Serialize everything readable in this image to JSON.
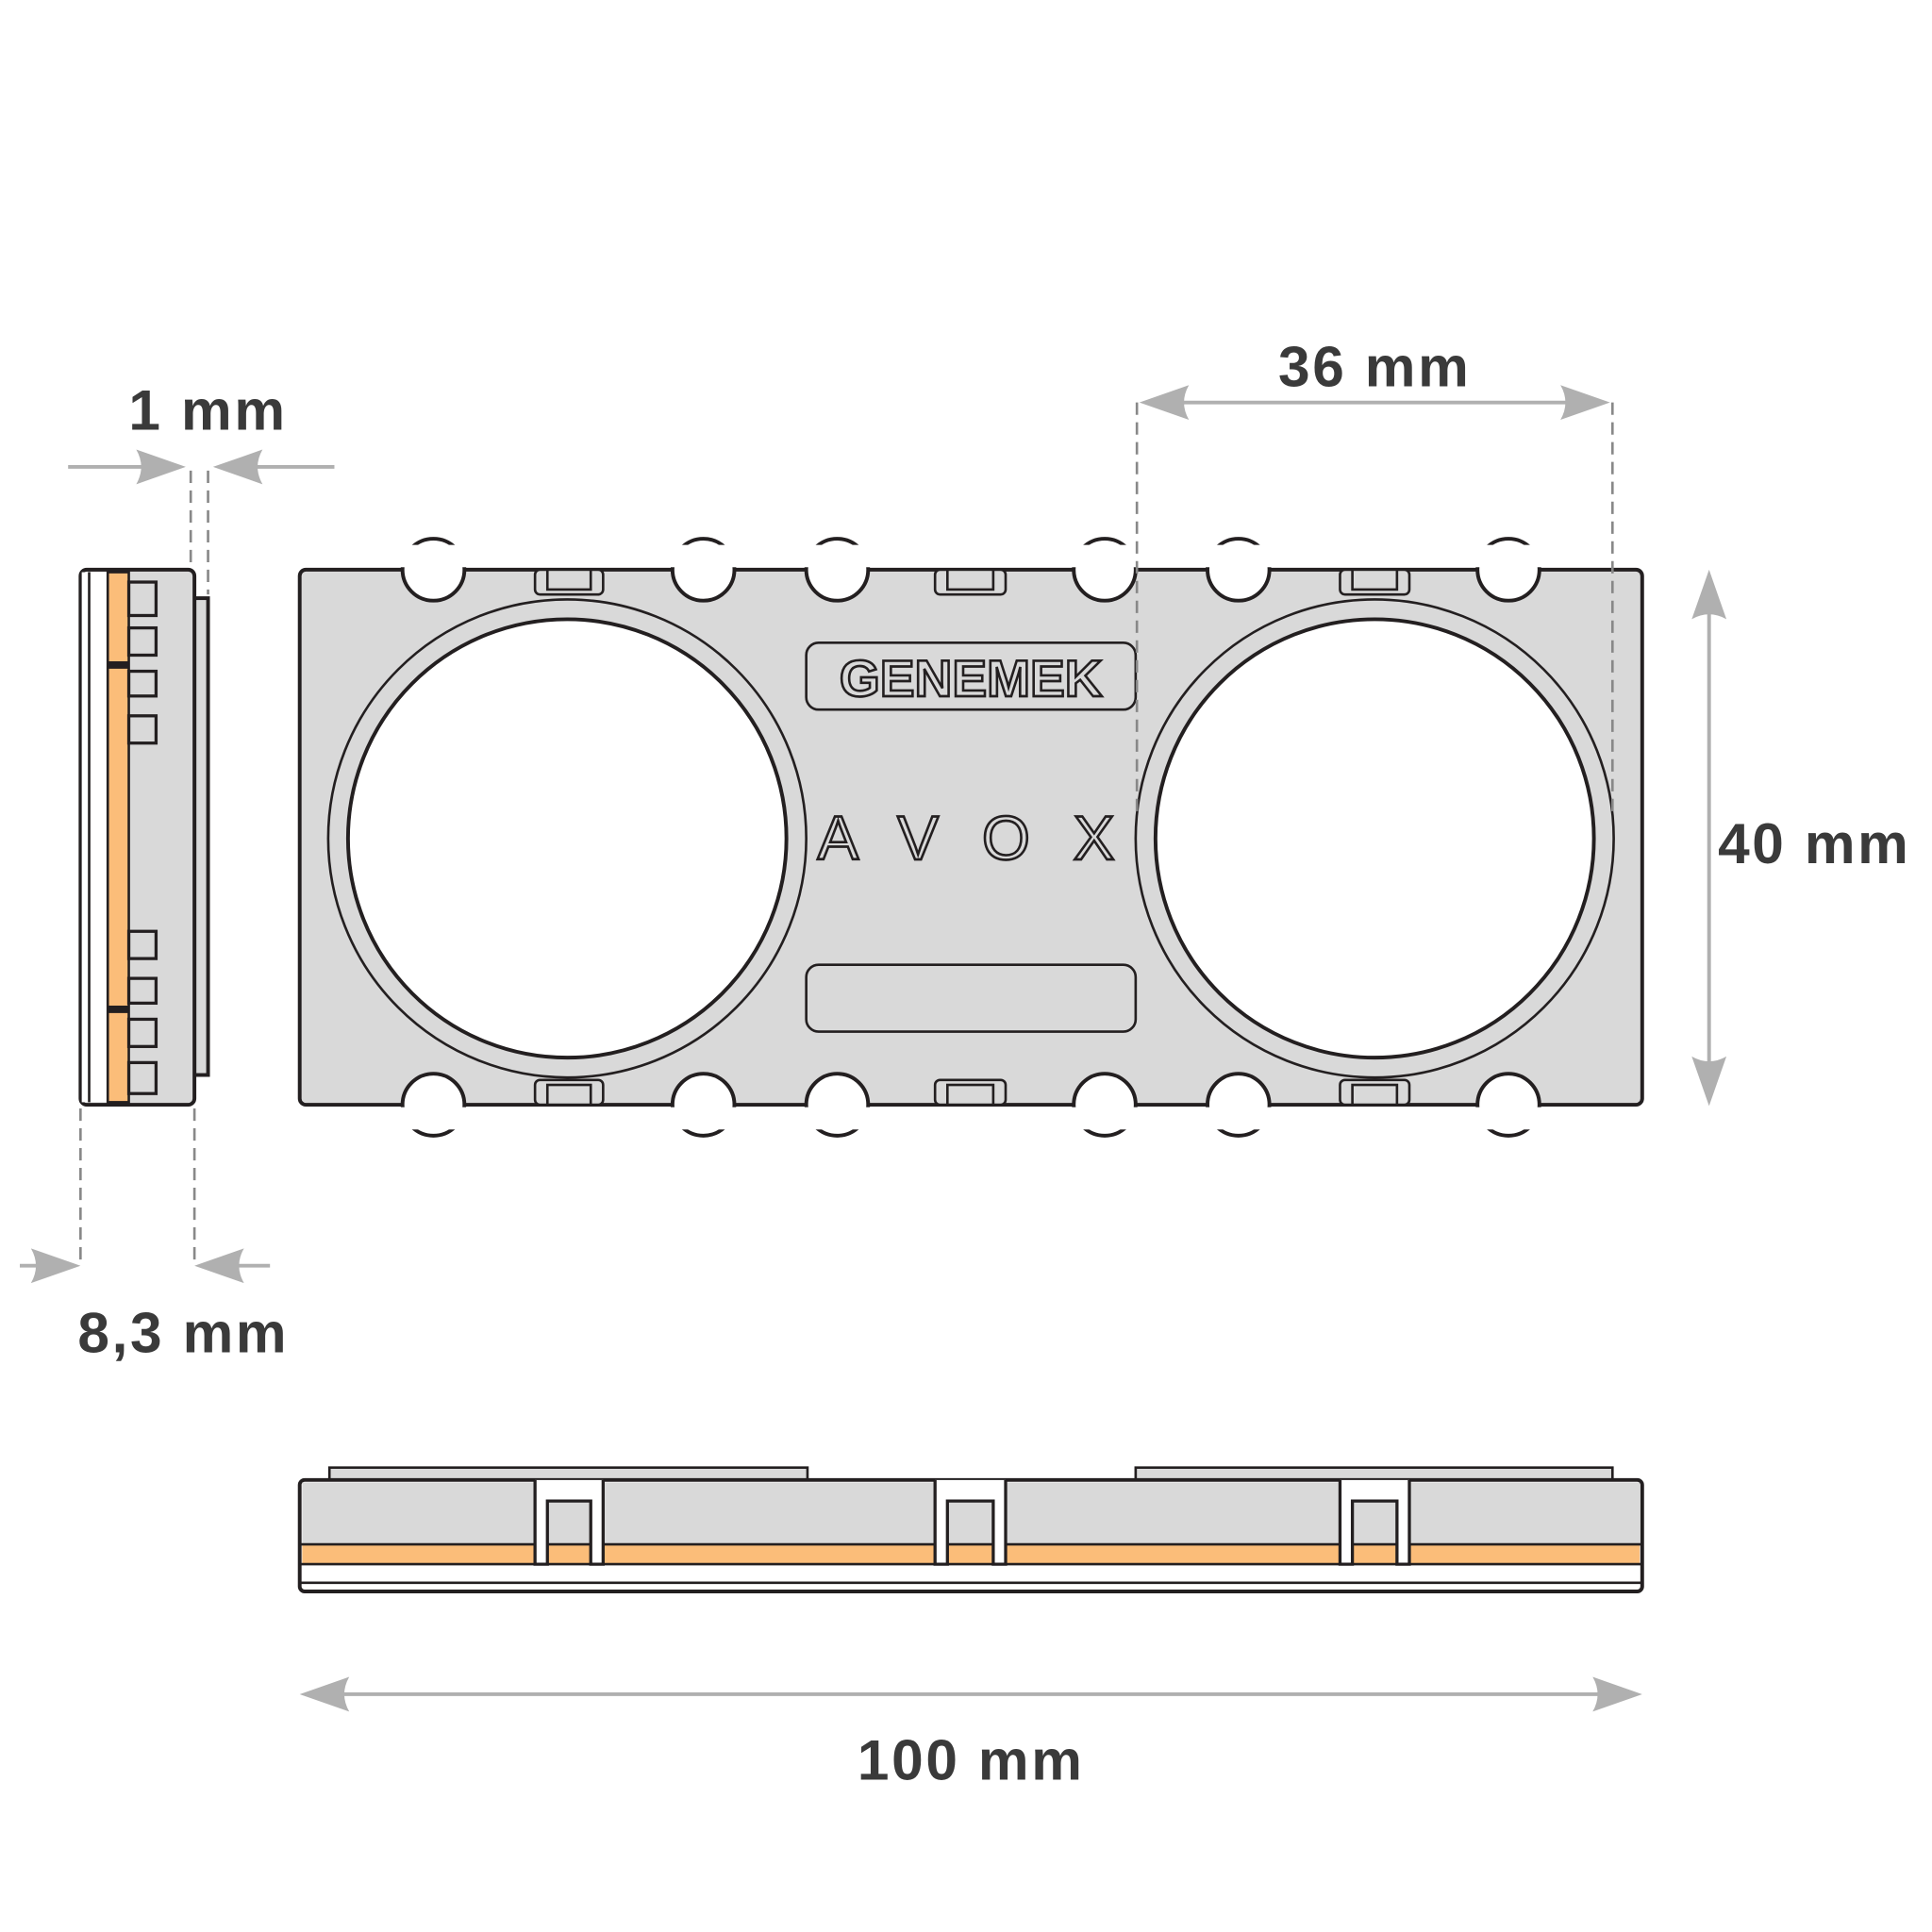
{
  "dimensions": {
    "depth_offset": "1 mm",
    "circle_diameter": "36 mm",
    "height": "40 mm",
    "thickness": "8,3 mm",
    "length": "100 mm"
  },
  "logos": {
    "brand_top": "GENEMEK",
    "brand_center": "AVOX"
  },
  "colors": {
    "body": "#d9d9d9",
    "thermal_pad": "#fbbd79",
    "outline": "#231f20",
    "dimension_arrow": "#b0b0b0",
    "label_text": "#3a3a3a"
  }
}
